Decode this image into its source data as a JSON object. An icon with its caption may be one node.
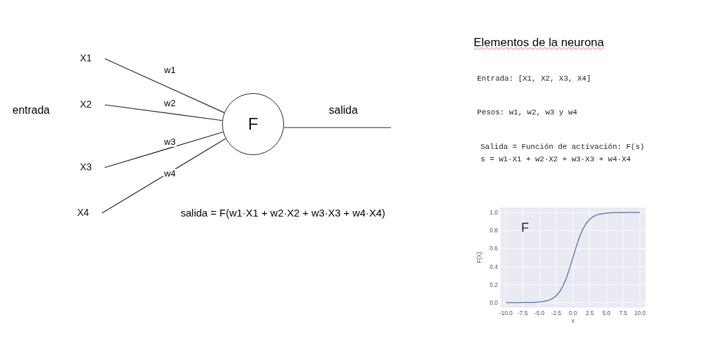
{
  "diagram": {
    "nodes": [
      {
        "text": [
          "X1"
        ]
      },
      {
        "text": [
          "X2"
        ]
      },
      {
        "text": [
          "X3"
        ]
      },
      {
        "text": [
          "X4"
        ]
      },
      {
        "text": [
          "F"
        ]
      }
    ],
    "edges": [
      {
        "from": 0,
        "to": 4,
        "arrow": "none",
        "label": "w1"
      },
      {
        "from": 1,
        "to": 4,
        "arrow": "none",
        "label": "w2"
      },
      {
        "from": 2,
        "to": 4,
        "arrow": "none",
        "label": "w3"
      },
      {
        "from": 3,
        "to": 4,
        "arrow": "none",
        "label": "w4"
      },
      {
        "from": 4,
        "to": null,
        "arrow": "none",
        "label": "salida"
      }
    ],
    "labels": [
      "entrada",
      "salida = F(w1·X1 + w2·X2 + w3·X3 + w4·X4)",
      "Elementos de la neurona",
      "Entrada: [X1, X2, X3, X4]",
      "Pesos: w1, w2, w3 y w4",
      "Salida = Función de activación: F(s)",
      "s = w1·X1 + w2·X2 + w3·X3 + w4·X4"
    ],
    "chart_data": {
      "type": "line",
      "grid": true,
      "title": "F",
      "xlabel": "x",
      "ylabel": "F(X)",
      "x": [
        -10,
        -9.5,
        -9,
        -8.5,
        -8,
        -7.5,
        -7,
        -6.5,
        -6,
        -5.5,
        -5,
        -4.5,
        -4,
        -3.5,
        -3,
        -2.5,
        -2,
        -1.5,
        -1,
        -0.5,
        0,
        0.5,
        1,
        1.5,
        2,
        2.5,
        3,
        3.5,
        4,
        4.5,
        5,
        5.5,
        6,
        6.5,
        7,
        7.5,
        8,
        8.5,
        9,
        9.5,
        10
      ],
      "series": [
        {
          "color": "#4c72b0",
          "values": [
            0,
            0,
            0,
            0,
            0,
            0.001,
            0.001,
            0.001,
            0.002,
            0.004,
            0.007,
            0.011,
            0.018,
            0.029,
            0.047,
            0.076,
            0.119,
            0.182,
            0.269,
            0.378,
            0.5,
            0.622,
            0.731,
            0.818,
            0.881,
            0.924,
            0.953,
            0.971,
            0.982,
            0.989,
            0.993,
            0.996,
            0.998,
            0.999,
            0.999,
            0.999,
            1,
            1,
            1,
            1,
            1
          ]
        }
      ],
      "xlim": [
        -10.8,
        10.8
      ],
      "ylim": [
        -0.055,
        1.055
      ],
      "xticks": [
        {
          "value": -10,
          "label": "-10.0"
        },
        {
          "value": -7.5,
          "label": "-7.5"
        },
        {
          "value": -5,
          "label": "-5.0"
        },
        {
          "value": -2.5,
          "label": "-2.5"
        },
        {
          "value": 0,
          "label": "0.0"
        },
        {
          "value": 2.5,
          "label": "2.5"
        },
        {
          "value": 5,
          "label": "5.0"
        },
        {
          "value": 7.5,
          "label": "7.5"
        },
        {
          "value": 10,
          "label": "10.0"
        }
      ],
      "yticks": [
        {
          "value": 0,
          "label": "0.0"
        },
        {
          "value": 0.2,
          "label": "0.2"
        },
        {
          "value": 0.4,
          "label": "0.4"
        },
        {
          "value": 0.6,
          "label": "0.6"
        },
        {
          "value": 0.8,
          "label": "0.8"
        },
        {
          "value": 1,
          "label": "1.0"
        }
      ]
    }
  }
}
